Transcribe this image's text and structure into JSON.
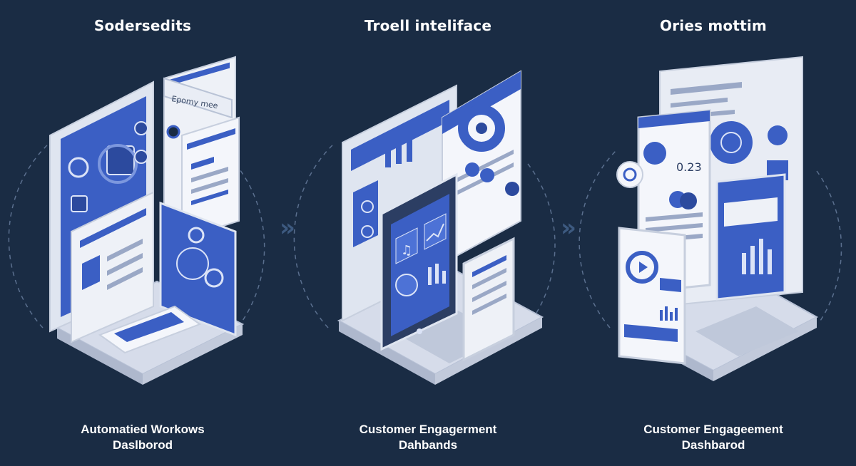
{
  "panels": [
    {
      "title": "Sodersedits",
      "tag_label": "Epomy mee",
      "caption_line1": "Automatied Workows",
      "caption_line2": "Daslborod"
    },
    {
      "title": "Troell inteliface",
      "caption_line1": "Customer Engagerment",
      "caption_line2": "Dahbands"
    },
    {
      "title": "Ories mottim",
      "metric_value": "0.23",
      "caption_line1": "Customer Engageement",
      "caption_line2": "Dashbarod"
    }
  ],
  "arrows": [
    "»",
    "»"
  ],
  "colors": {
    "background": "#1a2c44",
    "accent": "#3b5fc4",
    "light_panel": "#e8ecf4",
    "frame": "#cfd6e4"
  }
}
